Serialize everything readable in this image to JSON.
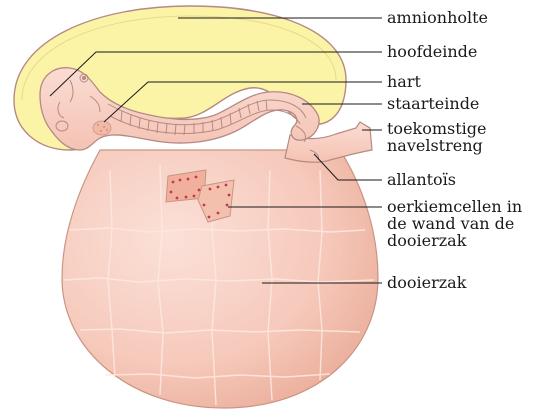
{
  "diagram": {
    "labels": {
      "amnionholte": "amnionholte",
      "hoofdeinde": "hoofdeinde",
      "hart": "hart",
      "staarteinde": "staarteinde",
      "navelstreng_1": "toekomstige",
      "navelstreng_2": "navelstreng",
      "allantois": "allantoïs",
      "oerkiem_1": "oerkiemcellen in",
      "oerkiem_2": "de wand van de",
      "oerkiem_3": "dooierzak",
      "dooierzak": "dooierzak"
    },
    "colors": {
      "amnion_fill": "#fbf4a6",
      "embryo_fill": "#f8d3c8",
      "yolk_fill": "#f8cdbf",
      "outline": "#b58a84",
      "leader_line": "#1a1a1a",
      "germ_cells": "#c23a4a"
    }
  }
}
